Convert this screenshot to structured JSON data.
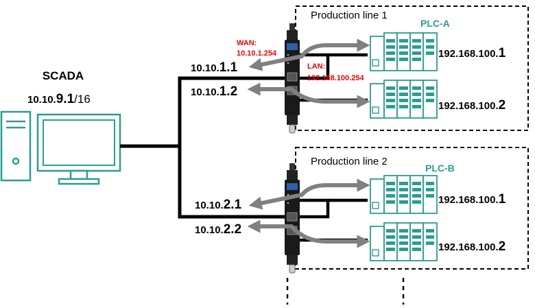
{
  "scada": {
    "title": "SCADA",
    "ip_prefix": "10.10.",
    "ip_bold": "9.1",
    "ip_suffix": "/16"
  },
  "lines": [
    {
      "title": "Production line 1",
      "plc_label": "PLC-A",
      "wan_label": "WAN:",
      "wan_ip": "10.10.1.254",
      "lan_label": "LAN:",
      "lan_ip": "192.168.100.254",
      "nat_ips": [
        {
          "prefix": "10.10.",
          "bold": "1.1"
        },
        {
          "prefix": "10.10.",
          "bold": "1.2"
        }
      ],
      "plc_ips": [
        {
          "prefix": "192.168.100.",
          "bold": "1"
        },
        {
          "prefix": "192.168.100.",
          "bold": "2"
        }
      ]
    },
    {
      "title": "Production line 2",
      "plc_label": "PLC-B",
      "nat_ips": [
        {
          "prefix": "10.10.",
          "bold": "2.1"
        },
        {
          "prefix": "10.10.",
          "bold": "2.2"
        }
      ],
      "plc_ips": [
        {
          "prefix": "192.168.100.",
          "bold": "1"
        },
        {
          "prefix": "192.168.100.",
          "bold": "2"
        }
      ]
    }
  ],
  "colors": {
    "teal": "#2a9d8f",
    "arrow": "#808080",
    "red": "#e60000",
    "line": "#000000"
  }
}
